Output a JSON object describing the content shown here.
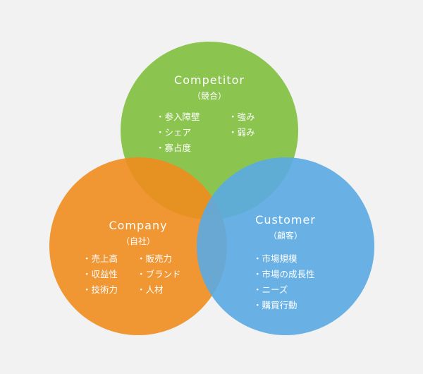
{
  "colors": {
    "background": "#f2f2f2",
    "competitor": "#7fc03e",
    "company": "#f08c1e",
    "customer": "#5aaae3",
    "text": "#ffffff"
  },
  "competitor": {
    "title": "Competitor",
    "subtitle": "（競合）",
    "items_left": [
      "参入障壁",
      "シェア",
      "寡占度"
    ],
    "items_right": [
      "強み",
      "弱み"
    ]
  },
  "company": {
    "title": "Company",
    "subtitle": "（自社）",
    "items_left": [
      "売上高",
      "収益性",
      "技術力"
    ],
    "items_right": [
      "販売力",
      "ブランド",
      "人材"
    ]
  },
  "customer": {
    "title": "Customer",
    "subtitle": "（顧客）",
    "items": [
      "市場規模",
      "市場の成長性",
      "ニーズ",
      "購買行動"
    ]
  }
}
